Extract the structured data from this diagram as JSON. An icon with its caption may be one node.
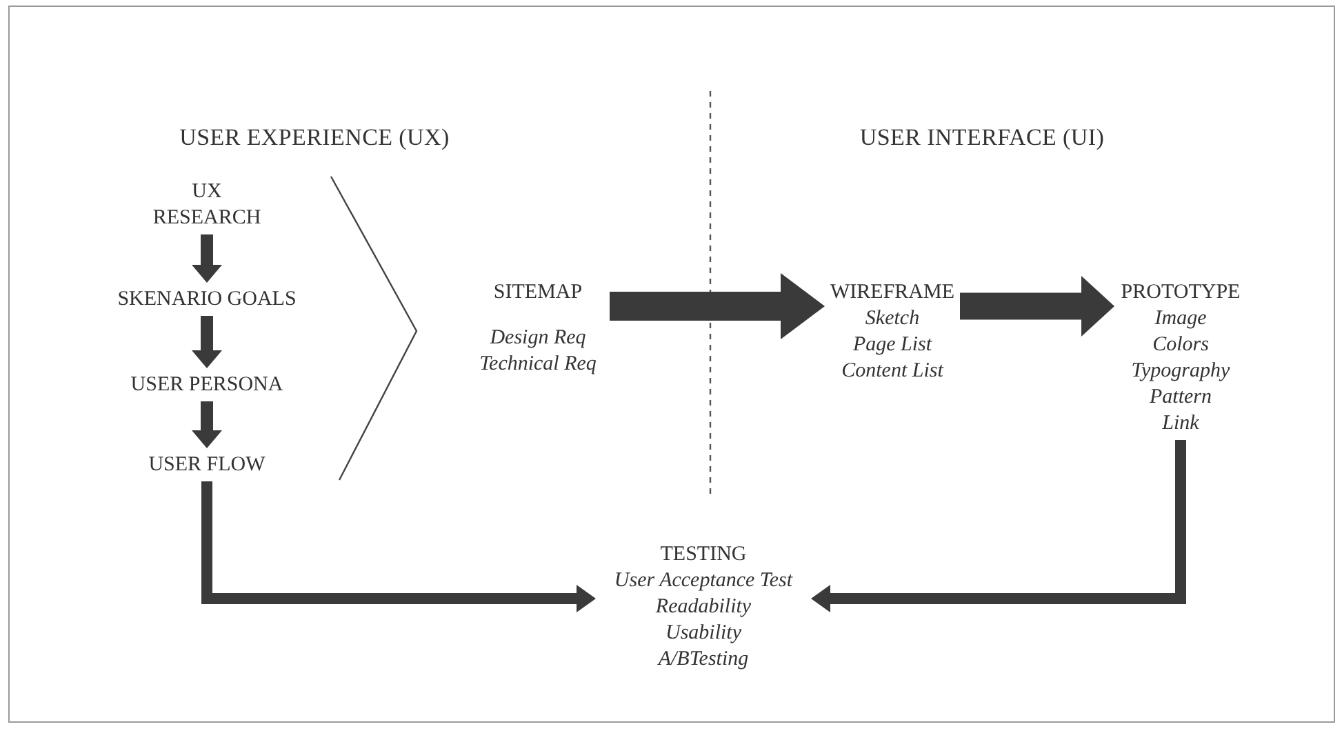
{
  "diagram": {
    "nodes": [
      {
        "text": [
          "UX RESEARCH"
        ]
      },
      {
        "text": [
          "SKENARIO GOALS"
        ]
      },
      {
        "text": [
          "USER PERSONA"
        ]
      },
      {
        "text": [
          "USER FLOW"
        ]
      },
      {
        "text": [
          "SITEMAP",
          "Design Req",
          "Technical Req"
        ]
      },
      {
        "text": [
          "WIREFRAME",
          "Sketch",
          "Page List",
          "Content List"
        ]
      },
      {
        "text": [
          "PROTOTYPE",
          "Image",
          "Colors",
          "Typography",
          "Pattern",
          "Link"
        ]
      },
      {
        "text": [
          "TESTING",
          "User Acceptance Test",
          "Readability",
          "Usability",
          "A/BTesting"
        ]
      }
    ],
    "edges": [
      {
        "from": 0,
        "to": 1,
        "arrow": "to"
      },
      {
        "from": 1,
        "to": 2,
        "arrow": "to"
      },
      {
        "from": 2,
        "to": 3,
        "arrow": "to"
      },
      {
        "from": 4,
        "to": 5,
        "arrow": "to",
        "style": "thick"
      },
      {
        "from": 5,
        "to": 6,
        "arrow": "to",
        "style": "thick"
      },
      {
        "from": 3,
        "to": 7,
        "arrow": "to"
      },
      {
        "from": 6,
        "to": 7,
        "arrow": "to"
      }
    ],
    "labels": [
      "USER EXPERIENCE (UX)",
      "USER INTERFACE (UI)"
    ]
  }
}
